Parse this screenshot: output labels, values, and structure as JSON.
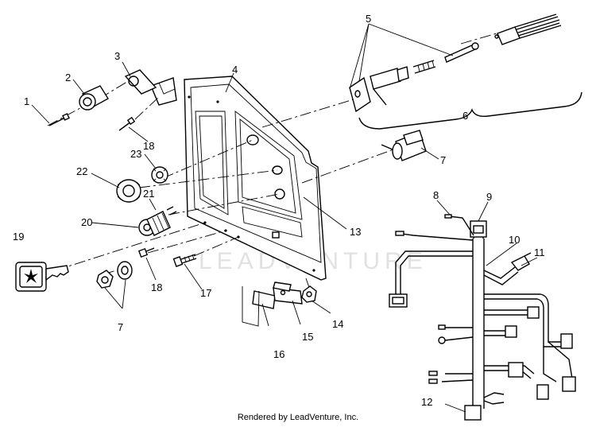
{
  "callouts": {
    "c1": "1",
    "c2": "2",
    "c3": "3",
    "c4": "4",
    "c5": "5",
    "c6": "6",
    "c7a": "7",
    "c7b": "7",
    "c8": "8",
    "c9": "9",
    "c10": "10",
    "c11": "11",
    "c12": "12",
    "c13": "13",
    "c14": "14",
    "c15": "15",
    "c16": "16",
    "c17": "17",
    "c18a": "18",
    "c18b": "18",
    "c19": "19",
    "c20": "20",
    "c21": "21",
    "c22": "22",
    "c23": "23"
  },
  "watermark": "LEADVENTURE",
  "footer": "Rendered by LeadVenture, Inc."
}
